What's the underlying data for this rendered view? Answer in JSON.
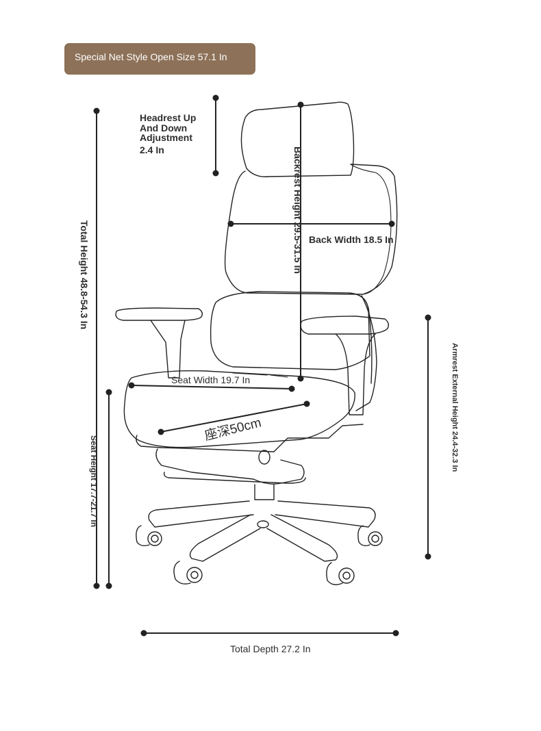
{
  "badge": {
    "text": "Special Net Style Open Size 57.1 In",
    "color": "#8d7158"
  },
  "dimensions": {
    "headrest_line1": "Headrest Up",
    "headrest_line2": "And Down",
    "headrest_line3": "Adjustment",
    "headrest_value": "2.4 In",
    "backrest_height": "Backrest Height 29.5-31.5 In",
    "back_width": "Back Width 18.5 In",
    "total_height": "Total Height 48.8-54.3 In",
    "seat_width": "Seat Width 19.7 In",
    "seat_depth": "座深50cm",
    "seat_height": "Seat Height 17.7-21.7 In",
    "armrest_height": "Armrest External Height 24.4-32.3 In",
    "total_depth": "Total Depth 27.2 In"
  },
  "colors": {
    "line": "#222222",
    "text": "#2e2e2e"
  }
}
